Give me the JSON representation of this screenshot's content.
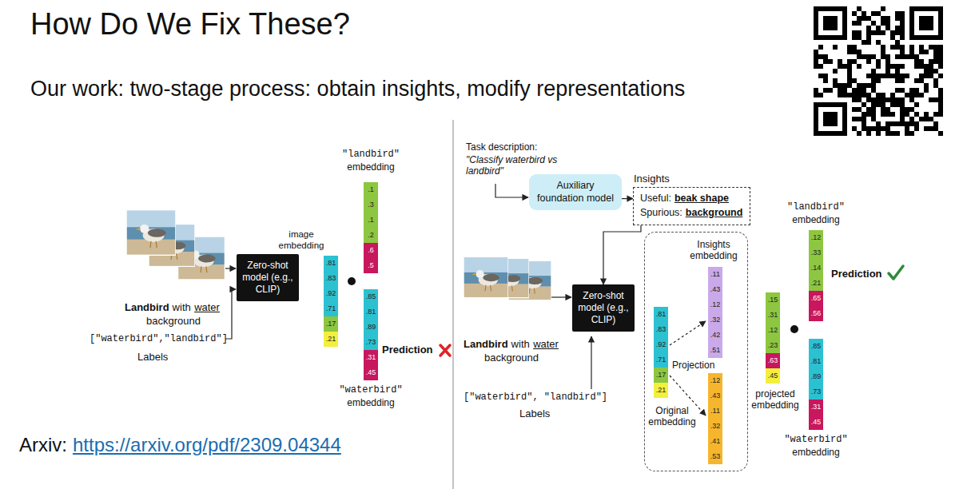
{
  "diagram": {
    "title": "How Do We Fix These?",
    "nodes": [
      {
        "text": [
          "Zero-shot model (e.g., CLIP)"
        ]
      },
      {
        "text": [
          "Auxiliary foundation model"
        ]
      },
      {
        "text": [
          "Insights",
          "Useful:",
          "beak shape",
          "Spurious:",
          "background"
        ]
      },
      {
        "text": [
          "Zero-shot model (e.g., CLIP)"
        ]
      },
      {
        "text": [
          "Insights embedding",
          "Projection",
          "Original embedding"
        ]
      }
    ],
    "edges": [
      {
        "from": 1,
        "to": 2,
        "arrow": "to"
      },
      {
        "from": 2,
        "to": 3,
        "arrow": "to"
      }
    ],
    "labels": [
      "Our work: two-stage process: obtain insights, modify representations",
      "Arxiv:",
      "https://arxiv.org/pdf/2309.04344",
      "Landbird",
      "with",
      "water",
      "background",
      "[\"waterbird\",\"landbird\"]",
      "Labels",
      "\"landbird\"",
      "embedding",
      "image embedding",
      "\"waterbird\"",
      "embedding",
      "Prediction",
      ".1",
      ".3",
      ".1",
      ".2",
      ".6",
      ".5",
      ".81",
      ".83",
      ".92",
      ".71",
      ".17",
      ".21",
      ".85",
      ".81",
      ".89",
      ".73",
      ".31",
      ".45",
      "Task description:",
      "\"Classify waterbird vs landbird\"",
      "Landbird",
      "with",
      "water",
      "background",
      "[\"waterbird\", \"landbird\"]",
      "Labels",
      "projected embedding",
      "\"landbird\"",
      "embedding",
      "\"waterbird\"",
      "embedding",
      "Prediction",
      ".81",
      ".83",
      ".92",
      ".71",
      ".17",
      ".21",
      ".11",
      ".43",
      ".12",
      ".32",
      ".42",
      ".51",
      ".12",
      ".43",
      ".11",
      ".32",
      ".41",
      ".53",
      ".15",
      ".31",
      ".12",
      ".23",
      ".63",
      ".45",
      ".12",
      ".33",
      ".14",
      ".21",
      ".65",
      ".56",
      ".85",
      ".81",
      ".89",
      ".73",
      ".31",
      ".45"
    ]
  }
}
